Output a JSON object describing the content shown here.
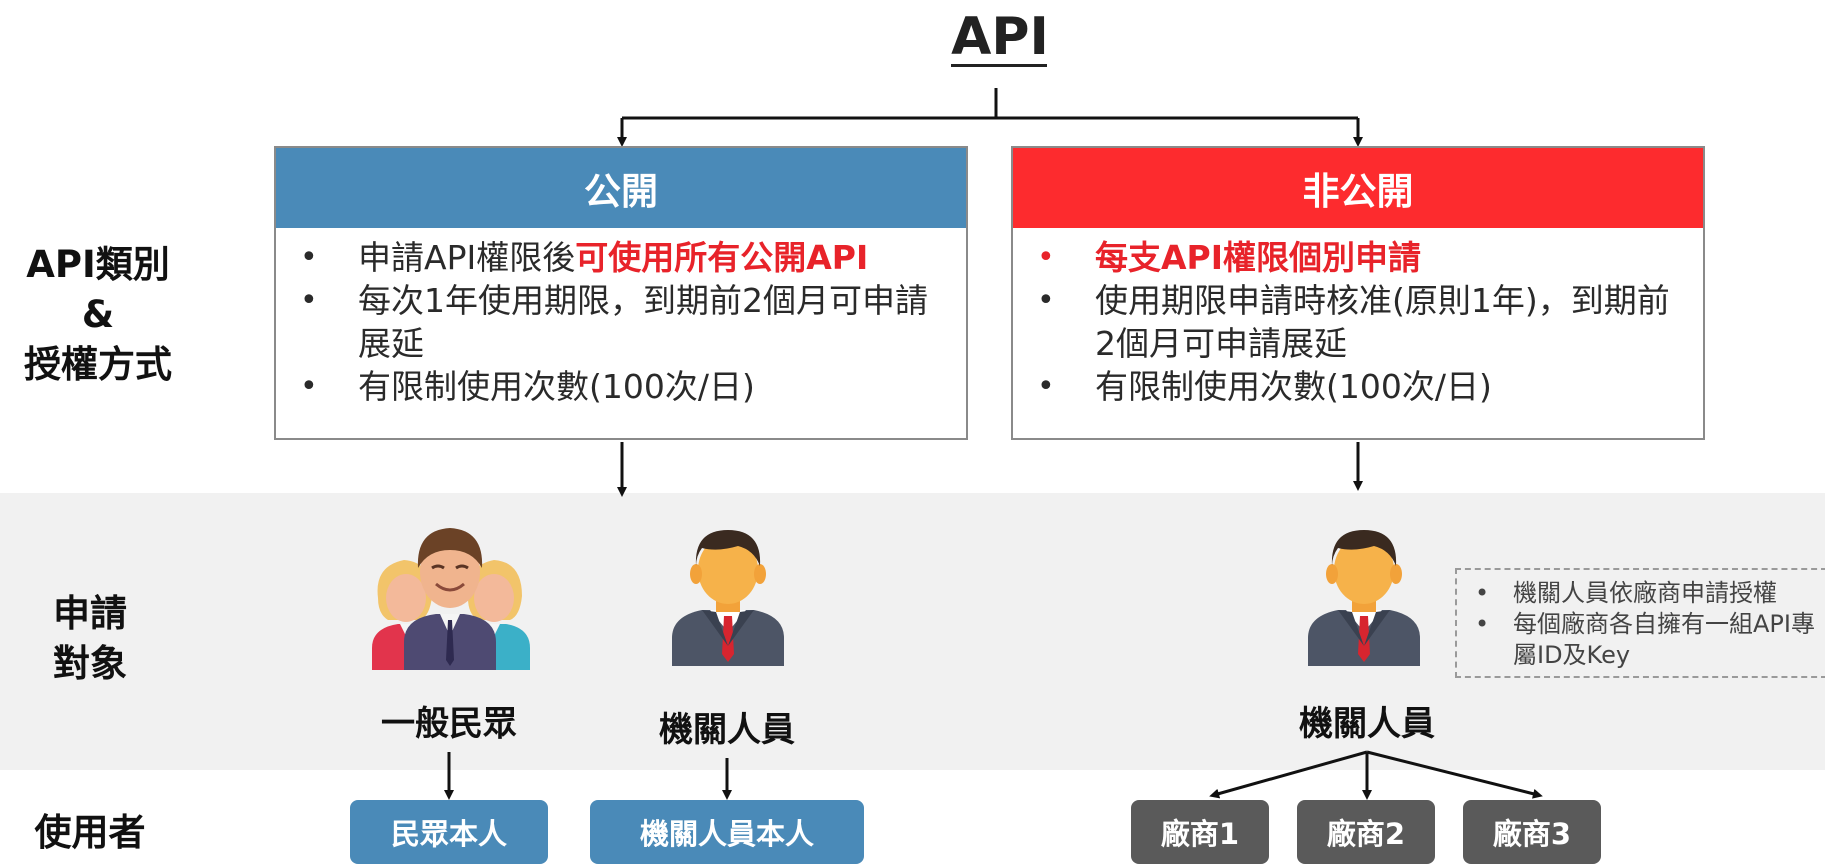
{
  "title": "API",
  "row_labels": {
    "category_line1": "API類別",
    "category_line2": "&",
    "category_line3": "授權方式",
    "applicant_line1": "申請",
    "applicant_line2": "對象",
    "user": "使用者"
  },
  "public_box": {
    "header": "公開",
    "header_color": "#4a8ab8",
    "bullet1_prefix": "申請API權限後",
    "bullet1_highlight": "可使用所有公開API",
    "bullet2": "每次1年使用期限，到期前2個月可申請展延",
    "bullet3": "有限制使用次數(100次/日)"
  },
  "private_box": {
    "header": "非公開",
    "header_color": "#fd2b2e",
    "bullet1": "每支API權限個別申請",
    "bullet2": "使用期限申請時核准(原則1年)，到期前2個月可申請展延",
    "bullet3": "有限制使用次數(100次/日)"
  },
  "applicants": {
    "public_group": "一般民眾",
    "public_official": "機關人員",
    "private_official": "機關人員"
  },
  "note": {
    "line1": "機關人員依廠商申請授權",
    "line2": "每個廠商各自擁有一組API專屬ID及Key"
  },
  "users": {
    "citizen_self": "民眾本人",
    "official_self": "機關人員本人",
    "vendor1": "廠商1",
    "vendor2": "廠商2",
    "vendor3": "廠商3"
  },
  "icons": [
    "group-people-icon",
    "businessman-icon"
  ]
}
